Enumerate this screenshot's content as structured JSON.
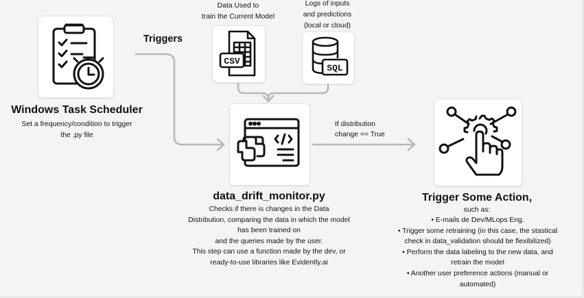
{
  "scheduler": {
    "title": "Windows Task Scheduler",
    "line1": "Set a frequency/condition to trigger",
    "line2": "the .py file"
  },
  "triggers_label": "Triggers",
  "data_source": {
    "line1": "Data Used to",
    "line2": "train the Current Model",
    "file_label": "CSV"
  },
  "logs_source": {
    "line1": "Logs of inputs",
    "line2": "and predictions",
    "line3": "(local or cloud)",
    "db_label": "SQL"
  },
  "monitor": {
    "title": "data_drift_monitor.py",
    "description": "Checks if there is changes in the Data\nDistribution, comparing the data in which the model\nhas been trained on\nand the queries made by the user.\nThis step can use a function made by the dev, or\nready-to-use libraries like Evidently.ai"
  },
  "condition": {
    "line1": "If distribution",
    "line2": "change == True"
  },
  "action": {
    "title": "Trigger Some Action,",
    "subtitle": "such as:",
    "bullets": "• E-mails de Dev/MLops Eng.\n• Trigger some retraining (in this case, the stastical\ncheck in data_validation should be flexibilized)\n• Perform the data labeling to the new data, and\nretrain the model\n• Another user preference actions (manual or\nautomated)"
  },
  "icons": [
    "clipboard-clock-icon",
    "csv-file-icon",
    "sql-database-icon",
    "code-window-icon",
    "touch-gear-icon"
  ],
  "colors": {
    "background": "#f4f4f4",
    "card": "#ffffff",
    "arrow": "#b8b8b8",
    "icon": "#111111"
  }
}
